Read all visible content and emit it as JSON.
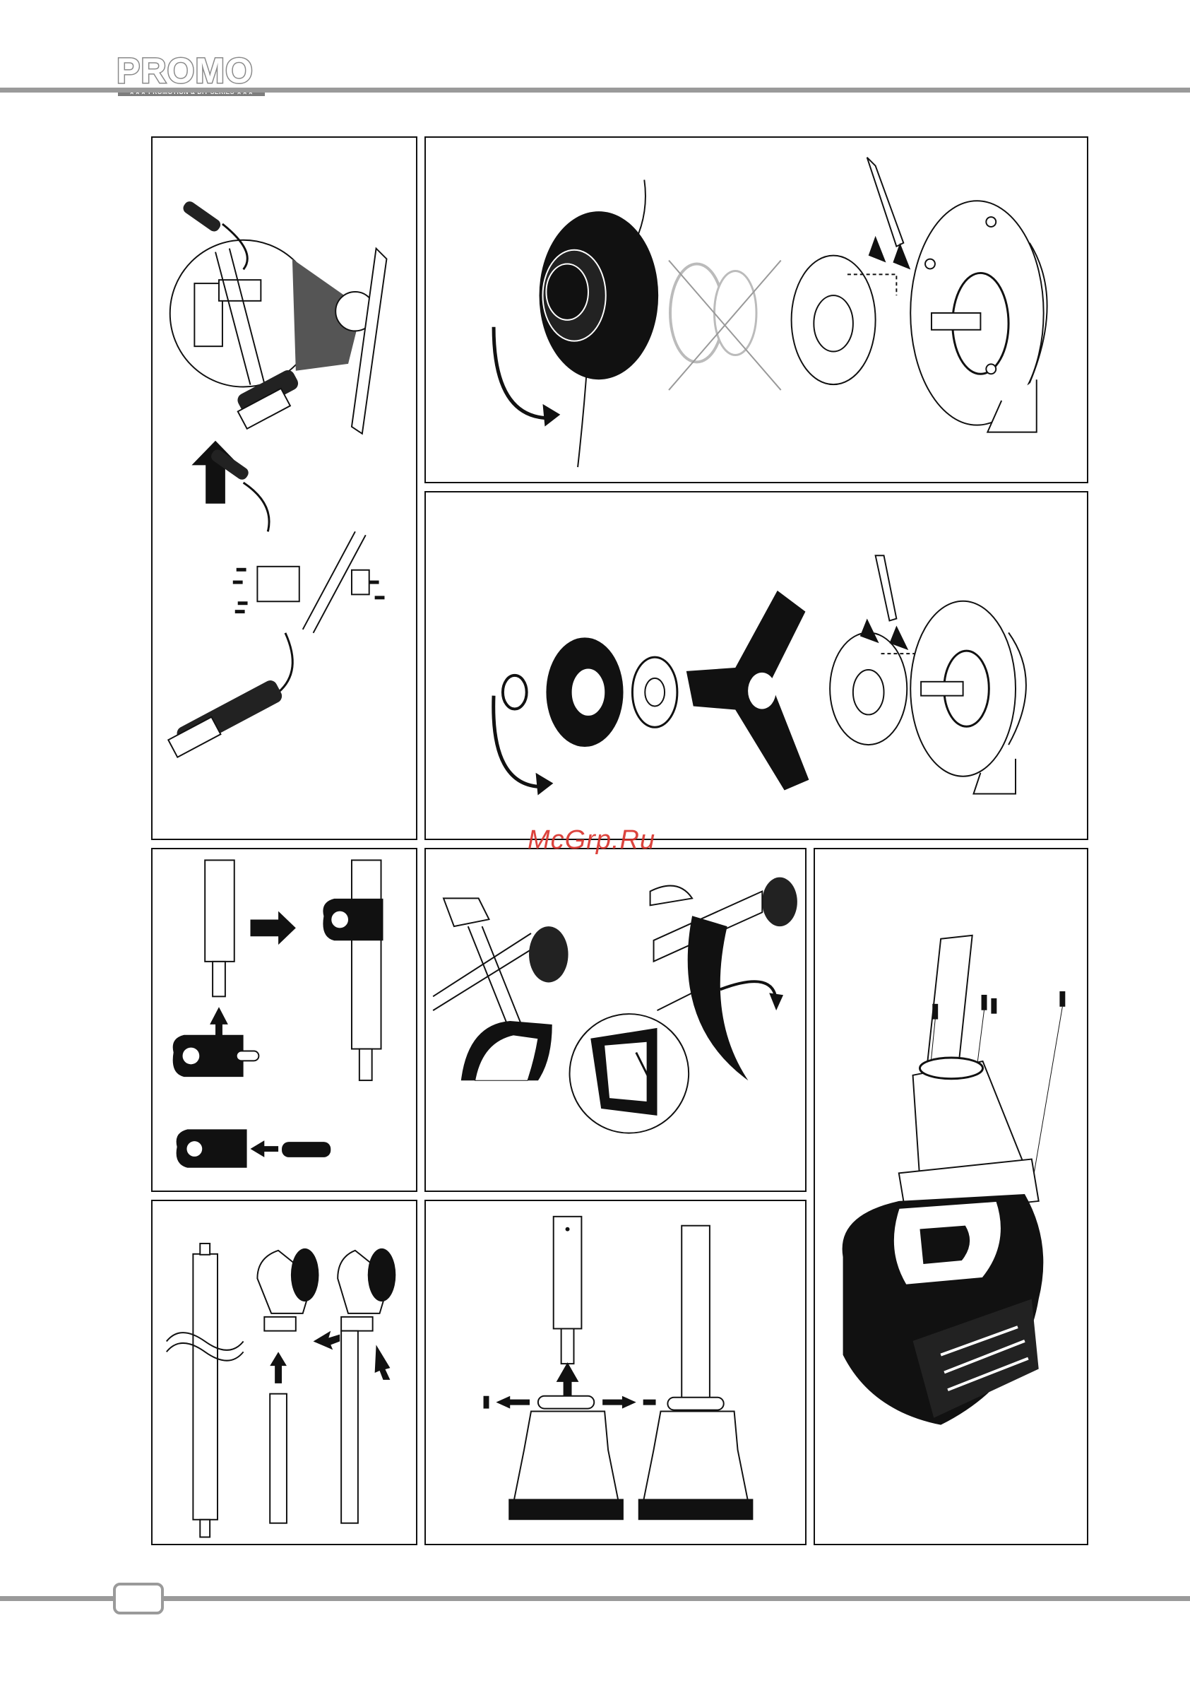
{
  "header": {
    "brand_name": "PROMO",
    "brand_tagline": "★★★ PROMOTION & DIY SERIES ★★★",
    "bar_color": "#9a9a9a"
  },
  "watermark": {
    "text": "McGrp.Ru",
    "color": "#d9302a"
  },
  "footer": {
    "page_number": ""
  },
  "figures": [
    {
      "id": "handle-assembly",
      "icon": "handle-assembly-illustration"
    },
    {
      "id": "trimmer-head-mount",
      "icon": "trimmer-head-illustration"
    },
    {
      "id": "blade-mount",
      "icon": "three-tooth-blade-illustration"
    },
    {
      "id": "shaft-clamp",
      "icon": "shaft-clamp-illustration"
    },
    {
      "id": "guard-mount",
      "icon": "guard-mount-illustration"
    },
    {
      "id": "engine-shaft-mount",
      "icon": "engine-illustration"
    },
    {
      "id": "split-shaft",
      "icon": "split-shaft-illustration"
    },
    {
      "id": "shaft-coupling",
      "icon": "shaft-coupling-illustration"
    }
  ]
}
